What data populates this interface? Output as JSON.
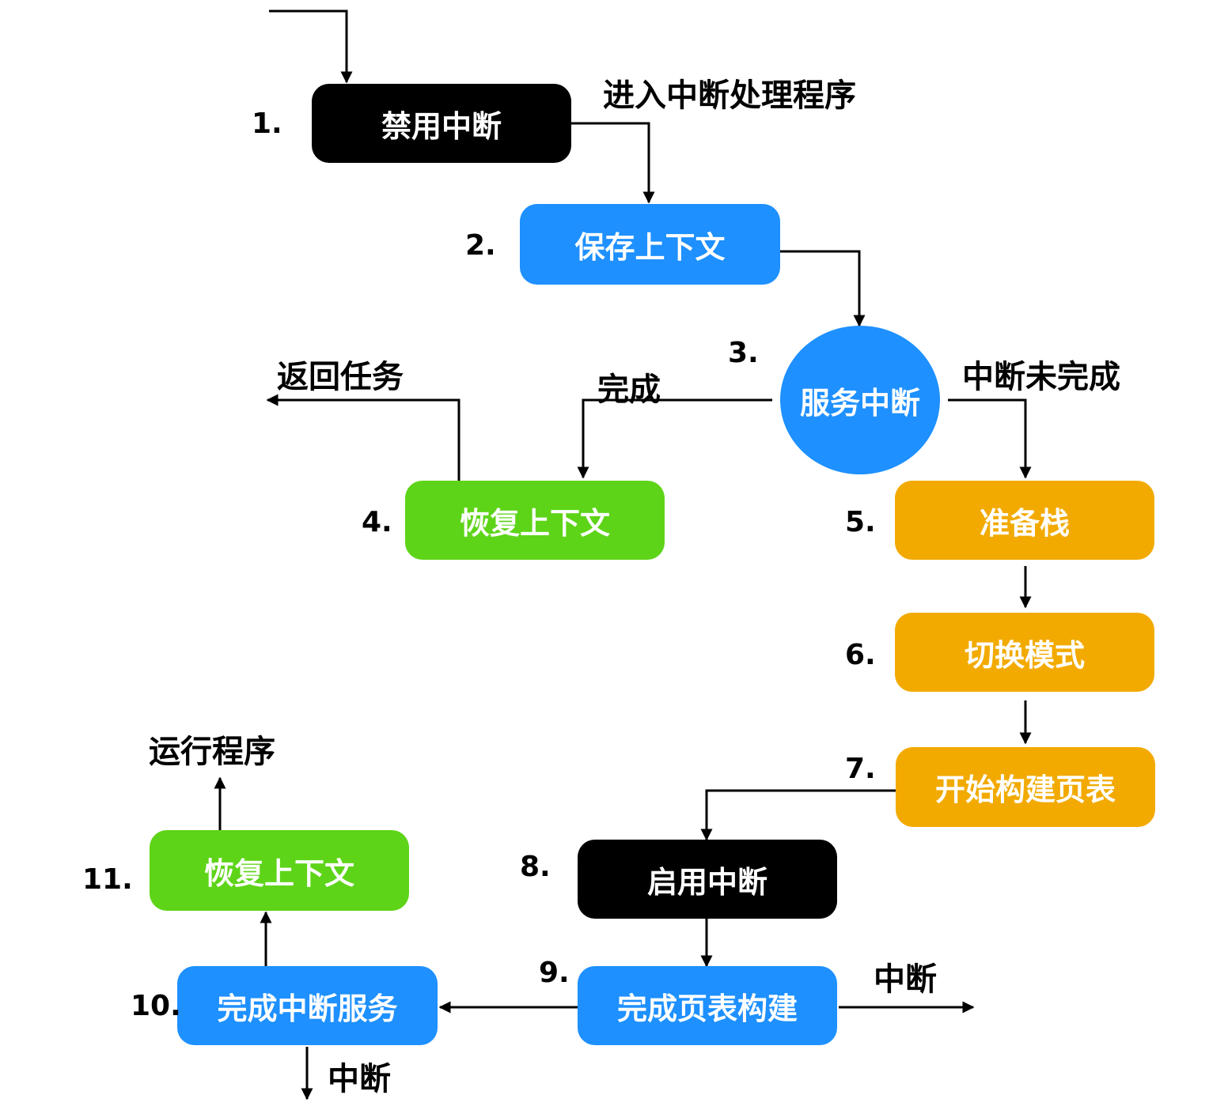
{
  "colors": {
    "black": "#000000",
    "blue": "#1e90ff",
    "green": "#5ed418",
    "orange": "#f2aa00",
    "line": "#000000"
  },
  "nodes": [
    {
      "id": "n1",
      "number": "1.",
      "label": "禁用中断",
      "color": "black",
      "shape": "rounded-rect"
    },
    {
      "id": "n2",
      "number": "2.",
      "label": "保存上下文",
      "color": "blue",
      "shape": "rounded-rect"
    },
    {
      "id": "n3",
      "number": "3.",
      "label": "服务中断",
      "color": "blue",
      "shape": "circle"
    },
    {
      "id": "n4",
      "number": "4.",
      "label": "恢复上下文",
      "color": "green",
      "shape": "rounded-rect"
    },
    {
      "id": "n5",
      "number": "5.",
      "label": "准备栈",
      "color": "orange",
      "shape": "rounded-rect"
    },
    {
      "id": "n6",
      "number": "6.",
      "label": "切换模式",
      "color": "orange",
      "shape": "rounded-rect"
    },
    {
      "id": "n7",
      "number": "7.",
      "label": "开始构建页表",
      "color": "orange",
      "shape": "rounded-rect"
    },
    {
      "id": "n8",
      "number": "8.",
      "label": "启用中断",
      "color": "black",
      "shape": "rounded-rect"
    },
    {
      "id": "n9",
      "number": "9.",
      "label": "完成页表构建",
      "color": "blue",
      "shape": "rounded-rect"
    },
    {
      "id": "n10",
      "number": "10.",
      "label": "完成中断服务",
      "color": "blue",
      "shape": "rounded-rect"
    },
    {
      "id": "n11",
      "number": "11.",
      "label": "恢复上下文",
      "color": "green",
      "shape": "rounded-rect"
    }
  ],
  "labels": {
    "enter_handler": "进入中断处理程序",
    "return_task": "返回任务",
    "done": "完成",
    "not_done": "中断未完成",
    "run_program": "运行程序",
    "interrupt_right": "中断",
    "interrupt_bottom": "中断"
  },
  "edges": [
    {
      "from": "entry",
      "to": "n1"
    },
    {
      "from": "n1",
      "to": "n2"
    },
    {
      "from": "n2",
      "to": "n3"
    },
    {
      "from": "n3",
      "to": "n4",
      "label": "完成"
    },
    {
      "from": "n3",
      "to": "n5",
      "label": "中断未完成"
    },
    {
      "from": "n4",
      "to": "exit",
      "label": "返回任务"
    },
    {
      "from": "n5",
      "to": "n6"
    },
    {
      "from": "n6",
      "to": "n7"
    },
    {
      "from": "n7",
      "to": "n8"
    },
    {
      "from": "n8",
      "to": "n9"
    },
    {
      "from": "n9",
      "to": "n10"
    },
    {
      "from": "n9",
      "to": "exit",
      "label": "中断"
    },
    {
      "from": "n10",
      "to": "n11"
    },
    {
      "from": "n10",
      "to": "exit",
      "label": "中断"
    },
    {
      "from": "n11",
      "to": "exit",
      "label": "运行程序"
    }
  ]
}
